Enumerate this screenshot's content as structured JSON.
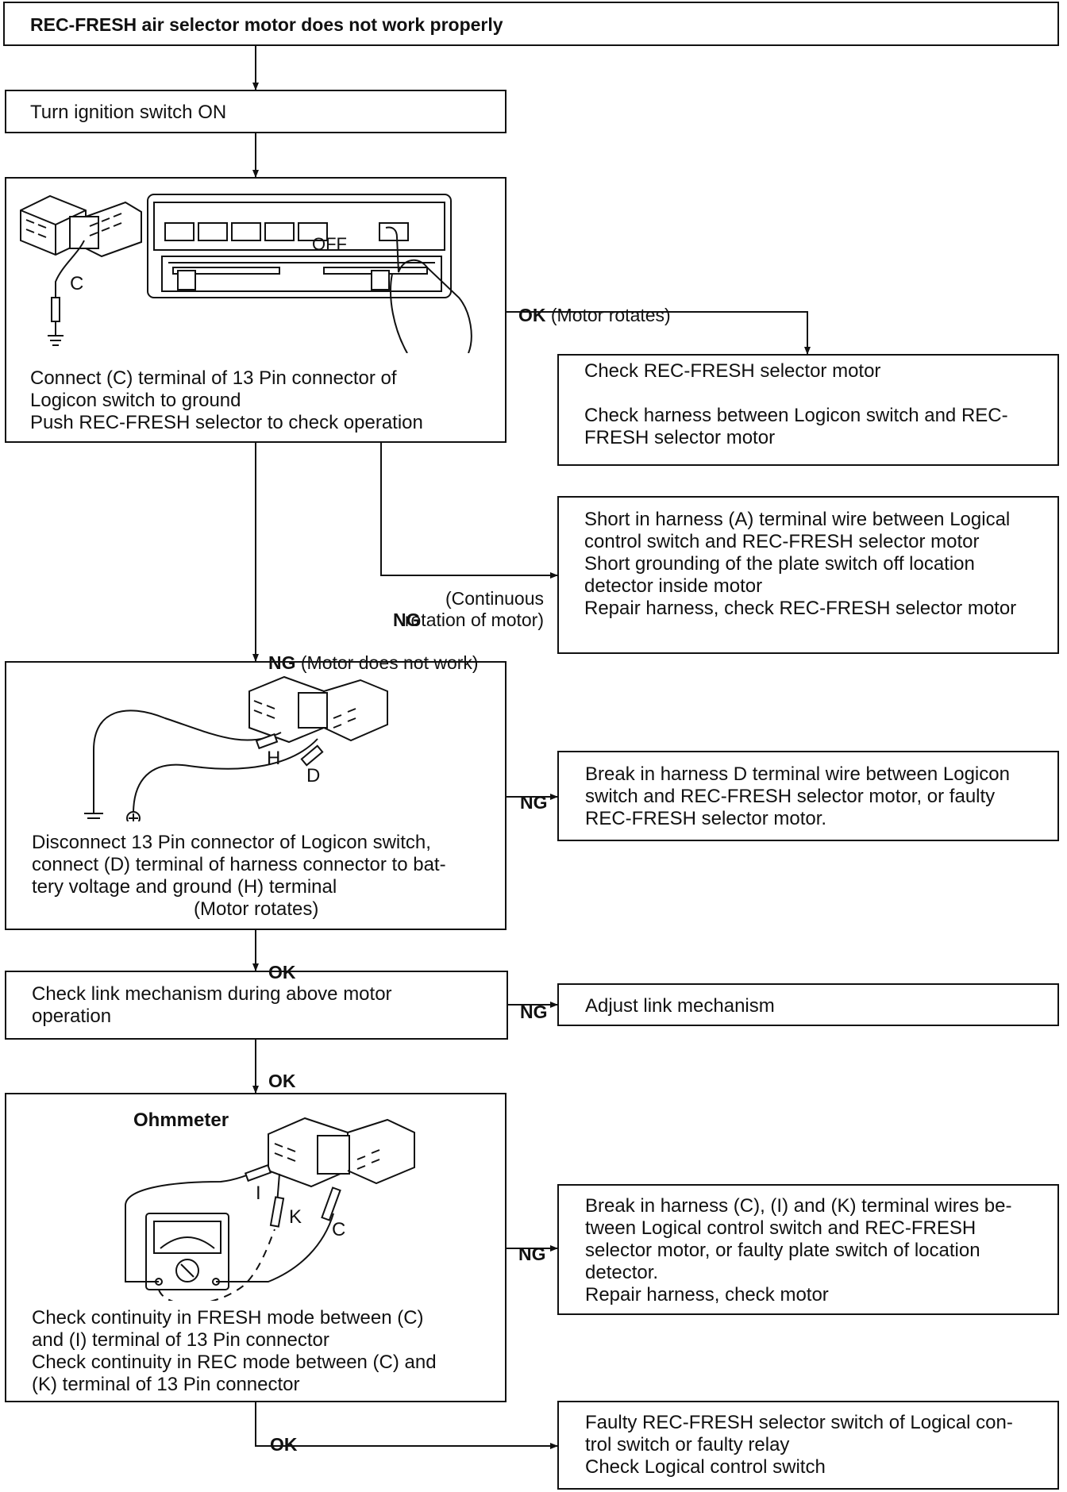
{
  "title": "REC-FRESH air selector motor does not work properly",
  "steps": {
    "ignition": "Turn ignition switch ON",
    "connect_c": "Connect (C) terminal of 13 Pin connector of\nLogicon switch to ground\nPush REC-FRESH selector to check operation",
    "disconnect": "Disconnect 13 Pin connector of Logicon switch,\nconnect (D) terminal of harness connector to bat-\ntery voltage and ground (H) terminal",
    "disconnect_result": "(Motor rotates)",
    "link": "Check link mechanism during above motor\noperation",
    "continuity": "Check continuity in FRESH mode between (C)\nand (I) terminal of 13 Pin connector\nCheck continuity in REC mode between (C) and\n(K) terminal of 13 Pin connector"
  },
  "results": {
    "check_motor": "Check REC-FRESH selector motor\n\nCheck harness between Logicon switch and REC-\nFRESH selector motor",
    "short": "Short in harness (A) terminal wire between Logical\ncontrol switch and REC-FRESH selector motor\nShort grounding of the plate switch off location\ndetector inside motor\nRepair harness, check REC-FRESH selector motor",
    "break_d": "Break in harness D terminal wire between Logicon\nswitch and REC-FRESH selector motor, or faulty\nREC-FRESH selector motor.",
    "adjust": "Adjust link mechanism",
    "break_cik": "Break in harness (C), (I) and (K) terminal wires be-\ntween Logical control switch and REC-FRESH\nselector motor, or faulty plate switch of location\ndetector.\nRepair harness, check motor",
    "faulty": "Faulty REC-FRESH selector switch of Logical con-\ntrol switch or faulty relay\nCheck Logical control switch"
  },
  "labels": {
    "ok": "OK",
    "ng": "NG",
    "ok_motor_rotates": "(Motor rotates)",
    "ng_continuous": "(Continuous\nrotation of motor)",
    "ng_not_work": "(Motor does not work)"
  },
  "figure_labels": {
    "c": "C",
    "h": "H",
    "d": "D",
    "i": "I",
    "k": "K",
    "ohmmeter": "Ohmmeter",
    "off": "OFF"
  }
}
